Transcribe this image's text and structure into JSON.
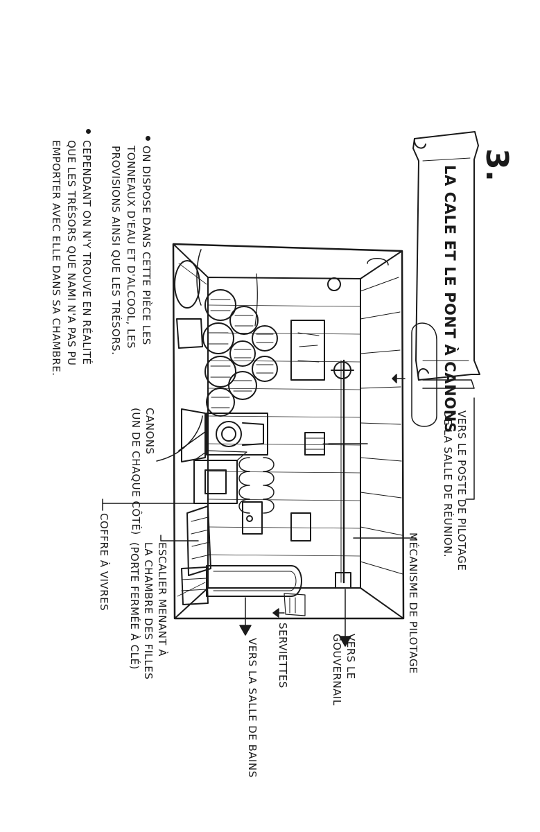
{
  "section_number": "3.",
  "title": "LA CALE ET LE PONT À CANONS",
  "notes": [
    "ON DISPOSE DANS CETTE PIÈCE LES\nTONNEAUX D'EAU ET D'ALCOOL, LES\nPROVISIONS AINSI QUE LES TRÉSORS.",
    "CEPENDANT ON N'Y TROUVE EN RÉALITÉ\nQUE LES TRÉSORS QUE NAMI N'A PAS PU\nEMPORTER AVEC ELLE DANS SA CHAMBRE."
  ],
  "labels": {
    "poste_pilotage": "VERS LE POSTE DE PILOTAGE\nDE LA SALLE DE RÉUNION.",
    "mecanisme": "MÉCANISME DE PILOTAGE",
    "gouvernail": "VERS LE\nGOUVERNAIL",
    "serviettes": "SERVIETTES",
    "salle_bains": "VERS LA SALLE DE BAINS",
    "escalier": "ESCALIER MENANT À\nLA CHAMBRE DES FILLES\n(PORTE FERMÉE À CLÉ)",
    "coffre": "COFFRE À VIVRES",
    "canons": "CANONS\n(UN DE CHAQUE CÔTÉ)"
  },
  "colors": {
    "ink": "#1a1a1a",
    "paper": "#ffffff"
  }
}
